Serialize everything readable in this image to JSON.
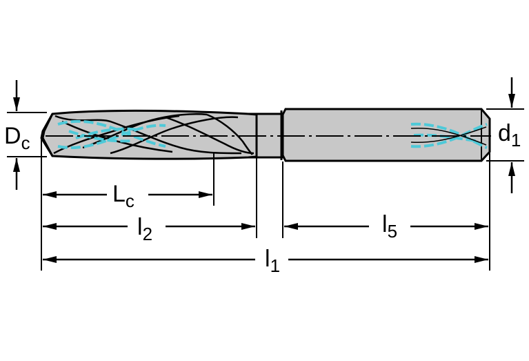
{
  "diagram": {
    "labels": {
      "dc_main": "D",
      "dc_sub": "c",
      "d1_main": "d",
      "d1_sub": "1",
      "lc_main": "L",
      "lc_sub": "c",
      "l2_main": "l",
      "l2_sub": "2",
      "l5_main": "l",
      "l5_sub": "5",
      "l1_main": "l",
      "l1_sub": "1"
    },
    "colors": {
      "line": "#000000",
      "tool_fill": "#c8c8c8",
      "coolant": "#4ec9d8",
      "background": "#ffffff"
    }
  }
}
